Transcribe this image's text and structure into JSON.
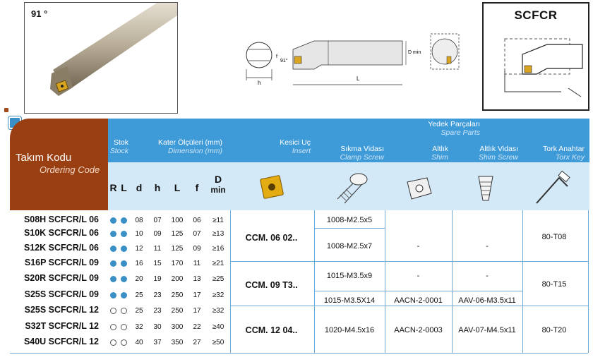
{
  "photo": {
    "angle": "91 °"
  },
  "drawing": {
    "angle_label": "91°",
    "f_label": "f",
    "h_label": "h",
    "l_label": "L",
    "dmin_label": "D min"
  },
  "code_box": {
    "title": "SCFCR"
  },
  "header": {
    "title": "Takım Kodu",
    "subtitle": "Ordering Code",
    "stok": "Stok",
    "stok_en": "Stock",
    "dims": "Kater Ölçüleri (mm)",
    "dims_en": "Dimension (mm)",
    "insert": "Kesici Uç",
    "insert_en": "Insert",
    "spare": "Yedek Parçaları",
    "spare_en": "Spare Parts",
    "clamp": "Sıkma Vidası",
    "clamp_en": "Clamp Screw",
    "shim": "Altlık",
    "shim_en": "Shim",
    "shim_screw": "Altlık Vidası",
    "shim_screw_en": "Shim Screw",
    "torx": "Tork Anahtar",
    "torx_en": "Torx Key",
    "cols": [
      "R",
      "L",
      "d",
      "h",
      "L",
      "f",
      "D",
      "min"
    ]
  },
  "rows": [
    {
      "code": "S08H SCFCR/L 06",
      "stock": "filled",
      "d": "08",
      "h": "07",
      "L": "100",
      "f": "06",
      "D": "≥11"
    },
    {
      "code": "S10K SCFCR/L 06",
      "stock": "filled",
      "d": "10",
      "h": "09",
      "L": "125",
      "f": "07",
      "D": "≥13"
    },
    {
      "code": "S12K SCFCR/L 06",
      "stock": "filled",
      "d": "12",
      "h": "11",
      "L": "125",
      "f": "09",
      "D": "≥16"
    },
    {
      "code": "S16P SCFCR/L 09",
      "stock": "filled",
      "d": "16",
      "h": "15",
      "L": "170",
      "f": "11",
      "D": "≥21"
    },
    {
      "code": "S20R SCFCR/L 09",
      "stock": "filled",
      "d": "20",
      "h": "19",
      "L": "200",
      "f": "13",
      "D": "≥25"
    },
    {
      "code": "S25S SCFCR/L 09",
      "stock": "filled",
      "d": "25",
      "h": "23",
      "L": "250",
      "f": "17",
      "D": "≥32"
    },
    {
      "code": "S25S SCFCR/L 12",
      "stock": "open",
      "d": "25",
      "h": "23",
      "L": "250",
      "f": "17",
      "D": "≥32"
    },
    {
      "code": "S32T SCFCR/L 12",
      "stock": "open",
      "d": "32",
      "h": "30",
      "L": "300",
      "f": "22",
      "D": "≥40"
    },
    {
      "code": "S40U SCFCR/L 12",
      "stock": "open",
      "d": "40",
      "h": "37",
      "L": "350",
      "f": "27",
      "D": "≥50"
    }
  ],
  "inserts": [
    "CCM. 06 02..",
    "CCM. 09 T3..",
    "CCM. 12 04.."
  ],
  "clamp_screws": [
    "1008-M2.5x5",
    "1008-M2.5x7",
    "1015-M3.5x9",
    "1015-M3.5X14",
    "1020-M4.5x16"
  ],
  "shims": [
    "-",
    "-",
    "AACN-2-0001",
    "AACN-2-0003"
  ],
  "shim_screws": [
    "-",
    "-",
    "AAV-06-M3.5x11",
    "AAV-07-M4.5x11"
  ],
  "torx_keys": [
    "80-T08",
    "80-T15",
    "80-T20"
  ],
  "colors": {
    "brown": "#9a3f12",
    "blue": "#3f9ad8",
    "light_blue": "#d4e9f8"
  }
}
